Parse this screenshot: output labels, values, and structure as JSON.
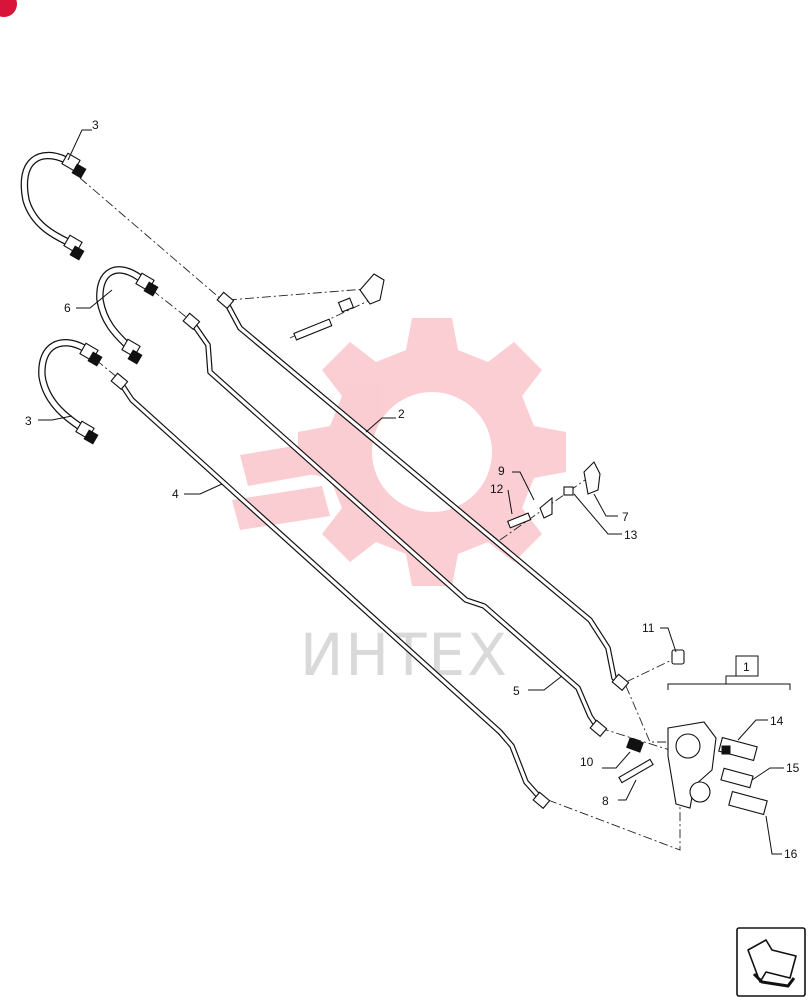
{
  "corner_badge": {
    "color": "#d8143a"
  },
  "watermark": {
    "text": "ИНТЕХ",
    "gear_color": "#f5a6ae"
  },
  "assembly_box": {
    "label": "1"
  },
  "callouts": [
    {
      "id": "3a",
      "label": "3"
    },
    {
      "id": "6",
      "label": "6"
    },
    {
      "id": "3b",
      "label": "3"
    },
    {
      "id": "2",
      "label": "2"
    },
    {
      "id": "4",
      "label": "4"
    },
    {
      "id": "9",
      "label": "9"
    },
    {
      "id": "12",
      "label": "12"
    },
    {
      "id": "7",
      "label": "7"
    },
    {
      "id": "13",
      "label": "13"
    },
    {
      "id": "11",
      "label": "11"
    },
    {
      "id": "5",
      "label": "5"
    },
    {
      "id": "14",
      "label": "14"
    },
    {
      "id": "10",
      "label": "10"
    },
    {
      "id": "15",
      "label": "15"
    },
    {
      "id": "8",
      "label": "8"
    },
    {
      "id": "16",
      "label": "16"
    }
  ],
  "nav_icon": "previous-page-arrow-icon"
}
